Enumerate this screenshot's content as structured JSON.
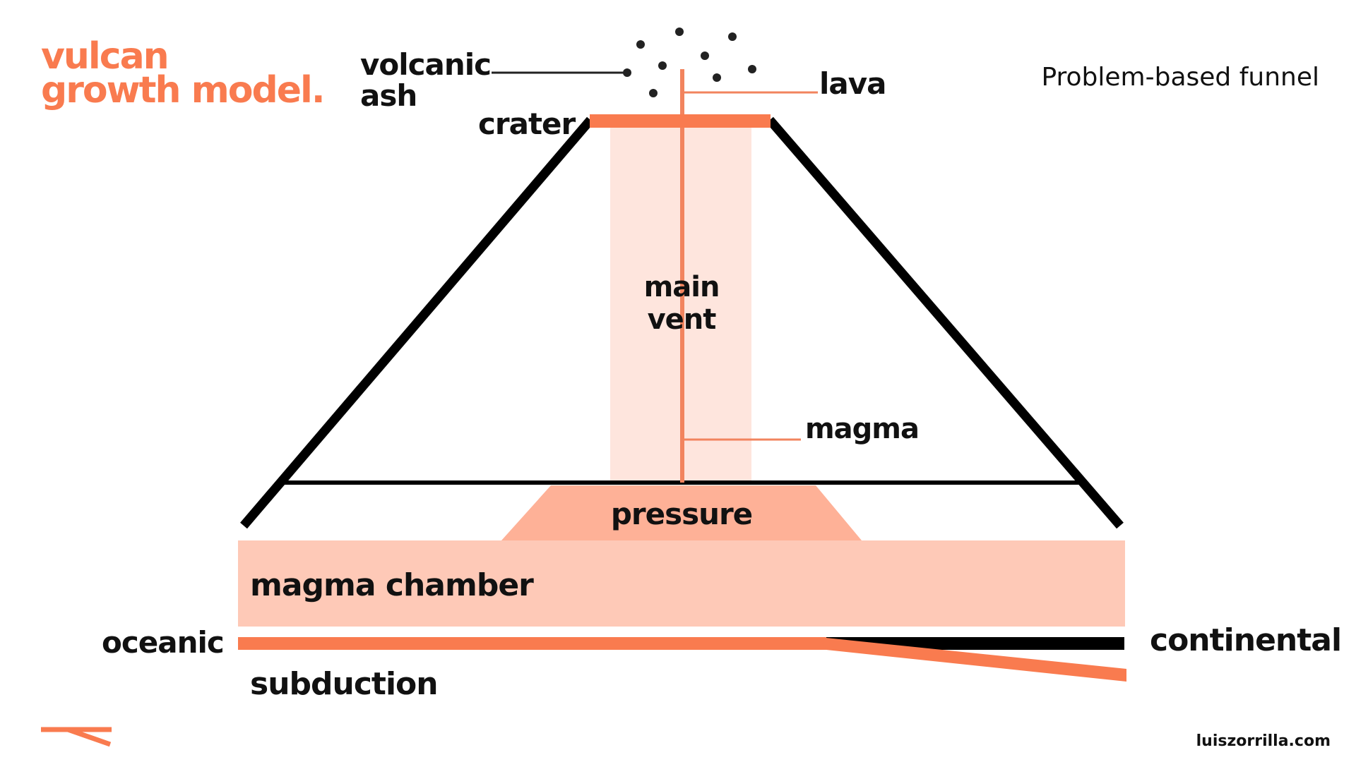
{
  "colors": {
    "accent": "#f97b4f",
    "lava_line": "#f2845e",
    "vent_fill": "#fee5dd",
    "chamber_fill": "#fec9b7",
    "pressure_fill": "#feb197",
    "outline": "#000000",
    "ash_dot": "#222222",
    "text": "#111111"
  },
  "title": {
    "line1": "vulcan",
    "line2": "growth model."
  },
  "subtitle": "Problem-based funnel",
  "labels": {
    "ash_line1": "volcanic",
    "ash_line2": "ash",
    "crater": "crater",
    "lava": "lava",
    "vent_line1": "main",
    "vent_line2": "vent",
    "magma": "magma",
    "pressure": "pressure",
    "chamber": "magma chamber",
    "oceanic": "oceanic",
    "continental": "continental",
    "subduction": "subduction"
  },
  "footer": "luiszorrilla.com",
  "icons": {
    "logo": "subduction-logo-icon"
  }
}
